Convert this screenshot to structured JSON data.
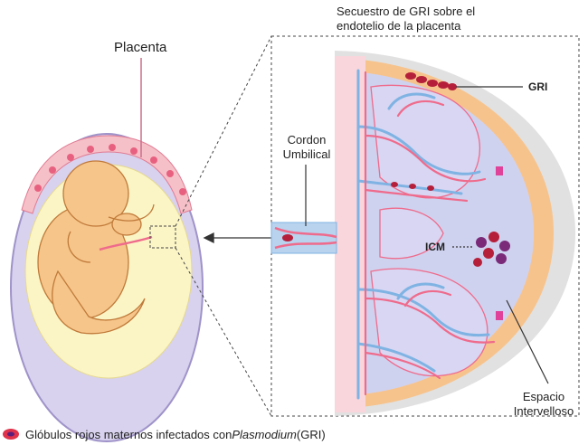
{
  "labels": {
    "top_title_line1": "Secuestro de GRI sobre el",
    "top_title_line2": "endotelio de la placenta",
    "placenta": "Placenta",
    "cord_line1": "Cordon",
    "cord_line2": "Umbilical",
    "gri": "GRI",
    "icm": "ICM",
    "space_line1": "Espacio",
    "space_line2": "Intervelloso"
  },
  "legend": {
    "text_before": "Glóbulos rojos maternos infectados con ",
    "text_italic": "Plasmodium",
    "text_after": " (GRI)"
  },
  "colors": {
    "uterus_fill": "#d8d2ee",
    "uterus_stroke": "#9f93c9",
    "amniotic": "#fbf5c6",
    "fetus": "#f6c58a",
    "fetus_stroke": "#c07a3a",
    "placenta_orange": "#f7c38c",
    "outer_grey": "#e1e1e1",
    "intervillous": "#cfd2ef",
    "artery": "#ef6b8c",
    "vein": "#7fb3e3",
    "rbc": "#b61f3a",
    "infected_rbc": "#7a2a78"
  }
}
